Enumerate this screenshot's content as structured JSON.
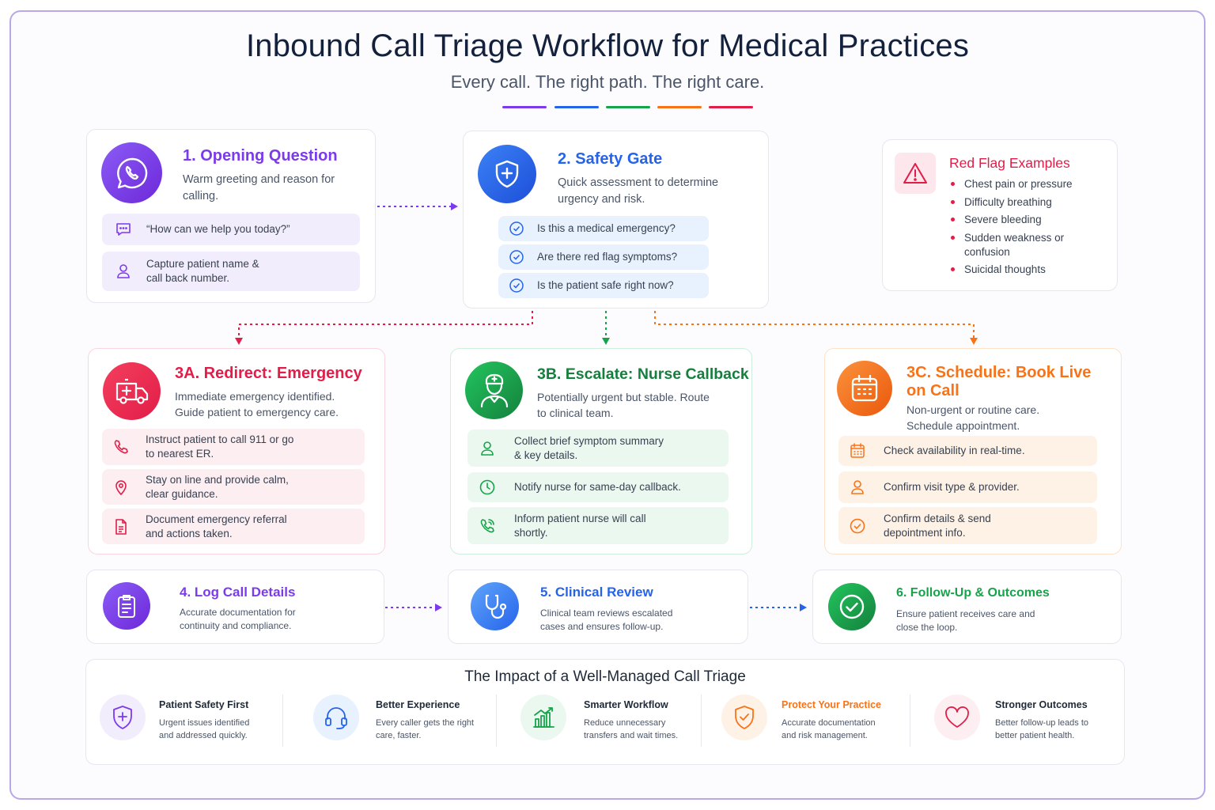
{
  "header": {
    "title": "Inbound Call Triage Workflow for Medical Practices",
    "subtitle": "Every call. The right path. The right care."
  },
  "colors": {
    "purple": "#7c3aed",
    "blue": "#2563eb",
    "green": "#16a34a",
    "orange": "#f97316",
    "pink": "#e11d48"
  },
  "step1": {
    "title": "1. Opening Question",
    "desc": "Warm greeting and reason for calling.",
    "icon": "phone-chat-icon",
    "rows": [
      {
        "icon": "chat-bubble-icon",
        "text": "“How can we help you today?”"
      },
      {
        "icon": "person-icon",
        "text": "Capture patient name &\ncall back number."
      }
    ]
  },
  "step2": {
    "title": "2. Safety Gate",
    "desc": "Quick assessment to determine urgency and risk.",
    "icon": "shield-plus-icon",
    "rows": [
      {
        "icon": "check-circle-icon",
        "text": "Is this a medical emergency?"
      },
      {
        "icon": "check-circle-icon",
        "text": "Are there red flag symptoms?"
      },
      {
        "icon": "check-circle-icon",
        "text": "Is the patient safe right now?"
      }
    ]
  },
  "red_flags": {
    "title": "Red Flag Examples",
    "icon": "warning-triangle-icon",
    "items": [
      "Chest pain or pressure",
      "Difficulty breathing",
      "Severe bleeding",
      "Sudden weakness or\nconfusion",
      "Suicidal thoughts"
    ]
  },
  "step3a": {
    "title": "3A. Redirect: Emergency",
    "desc": "Immediate emergency identified. Guide patient to emergency care.",
    "icon": "ambulance-icon",
    "rows": [
      {
        "icon": "phone-icon",
        "text": "Instruct patient to call 911 or go\nto nearest ER."
      },
      {
        "icon": "location-pin-icon",
        "text": "Stay on line and provide calm,\nclear guidance."
      },
      {
        "icon": "document-icon",
        "text": "Document emergency referral\nand actions taken."
      }
    ]
  },
  "step3b": {
    "title": "3B. Escalate: Nurse Callback",
    "desc": "Potentially urgent but stable. Route to clinical team.",
    "icon": "nurse-icon",
    "rows": [
      {
        "icon": "person-icon",
        "text": "Collect brief symptom summary\n& key details."
      },
      {
        "icon": "clock-icon",
        "text": "Notify nurse for same-day callback."
      },
      {
        "icon": "phone-callback-icon",
        "text": "Inform patient nurse will call\nshortly."
      }
    ]
  },
  "step3c": {
    "title": "3C. Schedule: Book Live on Call",
    "desc": "Non-urgent or routine care. Schedule appointment.",
    "icon": "calendar-icon",
    "rows": [
      {
        "icon": "calendar-icon",
        "text": "Check availability in real-time."
      },
      {
        "icon": "person-icon",
        "text": "Confirm visit type & provider."
      },
      {
        "icon": "check-circle-icon",
        "text": "Confirm details & send\ndepointment info."
      }
    ]
  },
  "step4": {
    "title": "4. Log Call Details",
    "desc": "Accurate documentation for continuity and compliance.",
    "icon": "clipboard-icon"
  },
  "step5": {
    "title": "5. Clinical Review",
    "desc": "Clinical team reviews escalated cases and ensures follow-up.",
    "icon": "stethoscope-icon"
  },
  "step6": {
    "title": "6. Follow-Up & Outcomes",
    "desc": "Ensure patient receives care and close the loop.",
    "icon": "check-circle-icon"
  },
  "impact": {
    "title": "The Impact of a Well-Managed Call Triage",
    "items": [
      {
        "title": "Patient Safety First",
        "desc": "Urgent issues identified\nand addressed quickly.",
        "icon": "shield-plus-icon"
      },
      {
        "title": "Better Experience",
        "desc": "Every caller gets the right\ncare, faster.",
        "icon": "headset-icon"
      },
      {
        "title": "Smarter Workflow",
        "desc": "Reduce unnecessary\ntransfers and wait times.",
        "icon": "bar-chart-icon"
      },
      {
        "title": "Protect Your Practice",
        "desc": "Accurate documentation\nand risk management.",
        "icon": "shield-check-icon"
      },
      {
        "title": "Stronger Outcomes",
        "desc": "Better follow-up leads to\nbetter patient health.",
        "icon": "heart-icon"
      }
    ]
  }
}
